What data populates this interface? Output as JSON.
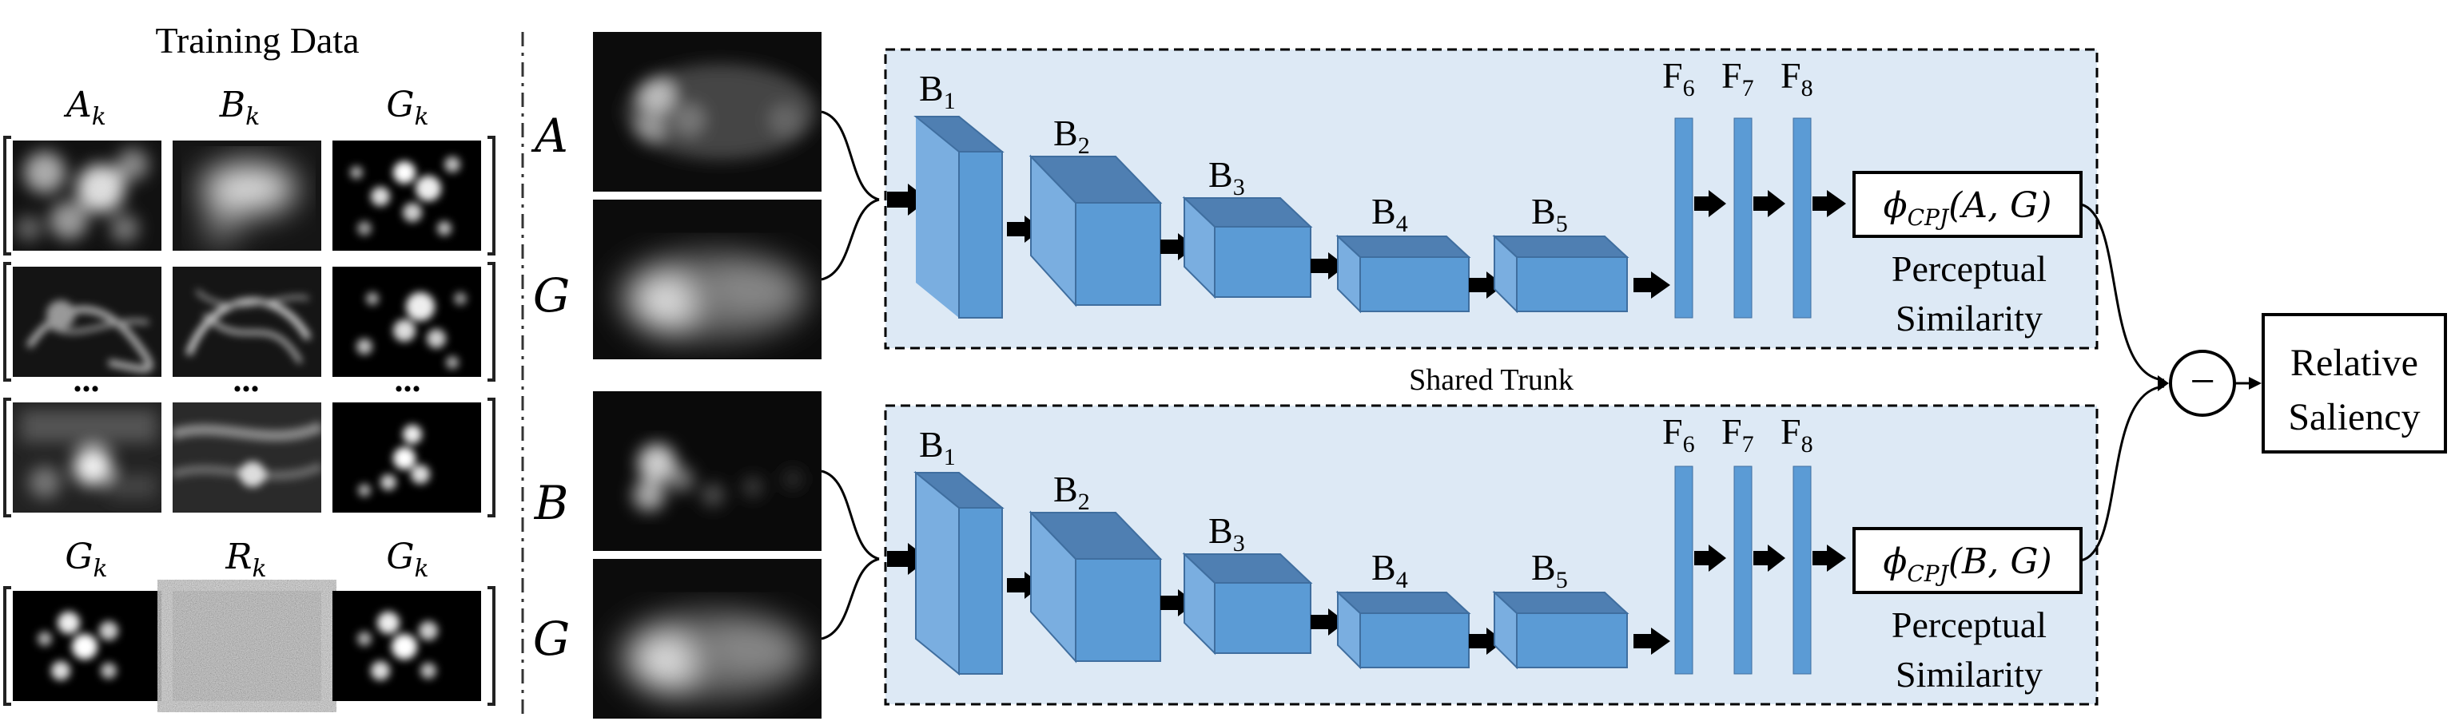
{
  "training": {
    "title": "Training Data",
    "col_headers": [
      {
        "base": "A",
        "sub": "k"
      },
      {
        "base": "B",
        "sub": "k"
      },
      {
        "base": "G",
        "sub": "k"
      }
    ],
    "col_headers_bottom": [
      {
        "base": "G",
        "sub": "k"
      },
      {
        "base": "R",
        "sub": "k"
      },
      {
        "base": "G",
        "sub": "k"
      }
    ],
    "ellipsis": "..."
  },
  "inputs": {
    "top_labels": [
      "A",
      "G"
    ],
    "bottom_labels": [
      "B",
      "G"
    ]
  },
  "network": {
    "blocks": [
      {
        "base": "B",
        "sub": "1"
      },
      {
        "base": "B",
        "sub": "2"
      },
      {
        "base": "B",
        "sub": "3"
      },
      {
        "base": "B",
        "sub": "4"
      },
      {
        "base": "B",
        "sub": "5"
      }
    ],
    "fc": [
      {
        "base": "F",
        "sub": "6"
      },
      {
        "base": "F",
        "sub": "7"
      },
      {
        "base": "F",
        "sub": "8"
      }
    ],
    "top_output": {
      "phi": "ϕ",
      "sub": "CPJ",
      "args": "(A, G)"
    },
    "bottom_output": {
      "phi": "ϕ",
      "sub": "CPJ",
      "args": "(B, G)"
    },
    "caption_line1": "Perceptual",
    "caption_line2": "Similarity",
    "shared_label": "Shared Trunk"
  },
  "result": {
    "operator": "−",
    "line1": "Relative",
    "line2": "Saliency"
  },
  "colors": {
    "panel_fill": "#dde9f5",
    "block_front": "#5b9bd5",
    "block_top": "#4f7fb2",
    "block_side": "#3f6e9f",
    "fc_bar": "#5b9bd5"
  }
}
